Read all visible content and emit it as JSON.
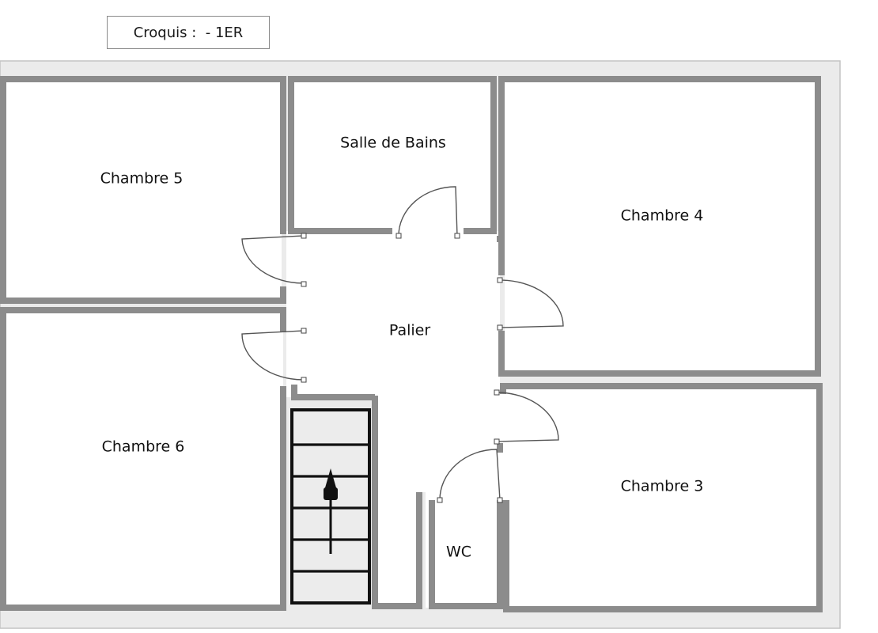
{
  "title": "Croquis :  - 1ER",
  "rooms": {
    "chambre5": "Chambre 5",
    "salle_de_bains": "Salle de Bains",
    "chambre4": "Chambre 4",
    "palier": "Palier",
    "chambre6": "Chambre 6",
    "chambre3": "Chambre 3",
    "wc": "WC"
  },
  "colors": {
    "wall": "#8c8c8c",
    "floor_panel": "#ebebeb",
    "stair_fill": "#ececec",
    "text": "#111111"
  }
}
